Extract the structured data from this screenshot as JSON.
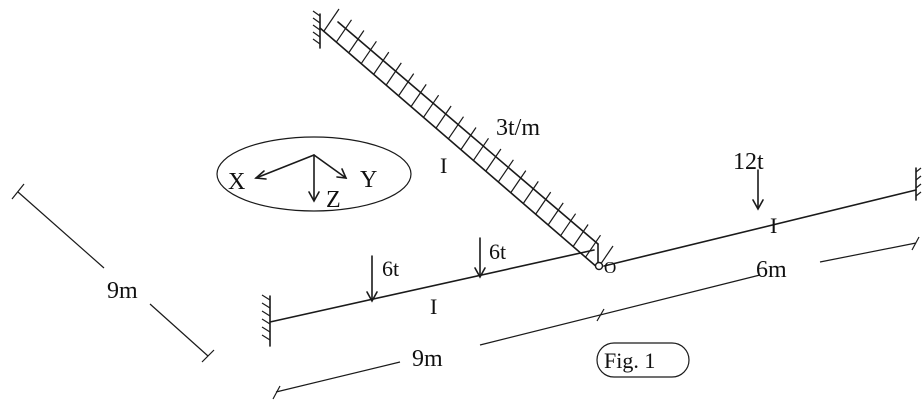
{
  "figure": {
    "caption": "Fig. 1",
    "distributed_load": "3t/m",
    "point_load_left": "6t",
    "point_load_middle": "6t",
    "point_load_right": "12t",
    "joint_label": "O",
    "section_label_diagonal": "I",
    "section_label_left": "I",
    "section_label_right": "I",
    "dimension_left_member": "9m",
    "dimension_diagonal": "9m",
    "dimension_right_member": "6m",
    "axes": {
      "x": "X",
      "y": "Y",
      "z": "Z"
    }
  }
}
